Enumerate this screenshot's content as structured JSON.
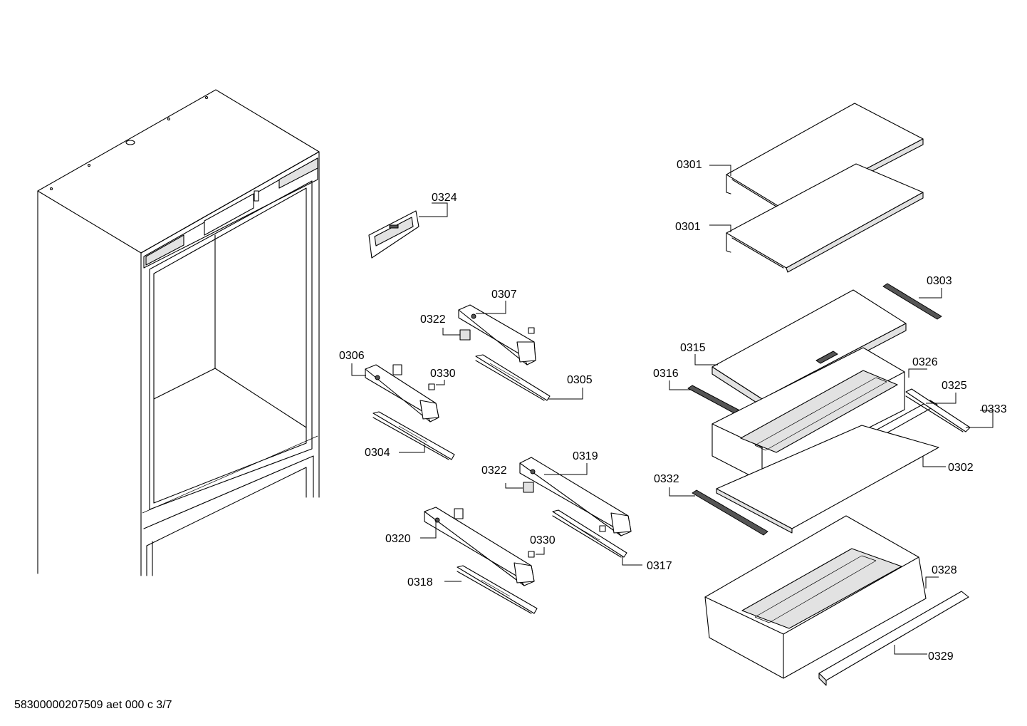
{
  "document_code": "58300000207509 aet 000 c 3/7",
  "callouts": {
    "c0301a": "0301",
    "c0301b": "0301",
    "c0302": "0302",
    "c0303": "0303",
    "c0304": "0304",
    "c0305": "0305",
    "c0306": "0306",
    "c0307": "0307",
    "c0315": "0315",
    "c0316": "0316",
    "c0317": "0317",
    "c0318": "0318",
    "c0319": "0319",
    "c0320": "0320",
    "c0322a": "0322",
    "c0322b": "0322",
    "c0324": "0324",
    "c0325": "0325",
    "c0326": "0326",
    "c0328": "0328",
    "c0329": "0329",
    "c0330a": "0330",
    "c0330b": "0330",
    "c0332": "0332",
    "c0333": "0333"
  }
}
